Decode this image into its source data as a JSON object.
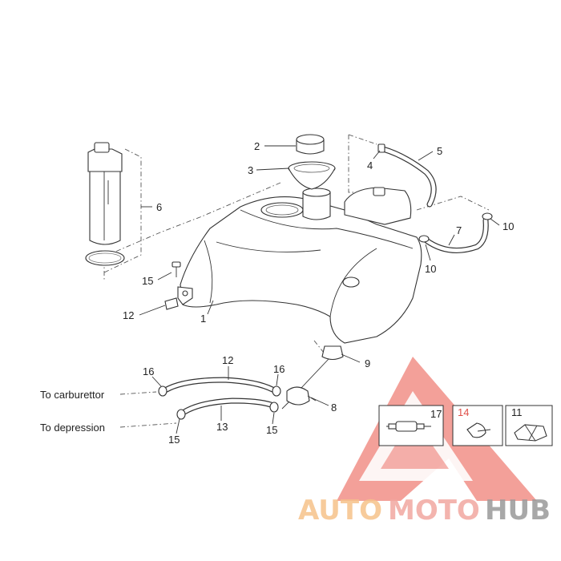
{
  "callouts": {
    "n1": "1",
    "n2": "2",
    "n3": "3",
    "n4": "4",
    "n5": "5",
    "n6": "6",
    "n7": "7",
    "n8": "8",
    "n9": "9",
    "n10a": "10",
    "n10b": "10",
    "n11": "11",
    "n12a": "12",
    "n12b": "12",
    "n13": "13",
    "n14": "14",
    "n15a": "15",
    "n15b": "15",
    "n15c": "15",
    "n16a": "16",
    "n16b": "16",
    "n17": "17"
  },
  "captions": {
    "carburettor": "To carburettor",
    "depression": "To depression"
  },
  "watermark": {
    "auto": "AUTO",
    "moto": "MOTO",
    "hub": "HUB",
    "colors": {
      "auto": "#f6c28a",
      "moto": "#f2a7a0",
      "hub": "#9a9a9a",
      "triangle": "#e8554a"
    }
  }
}
